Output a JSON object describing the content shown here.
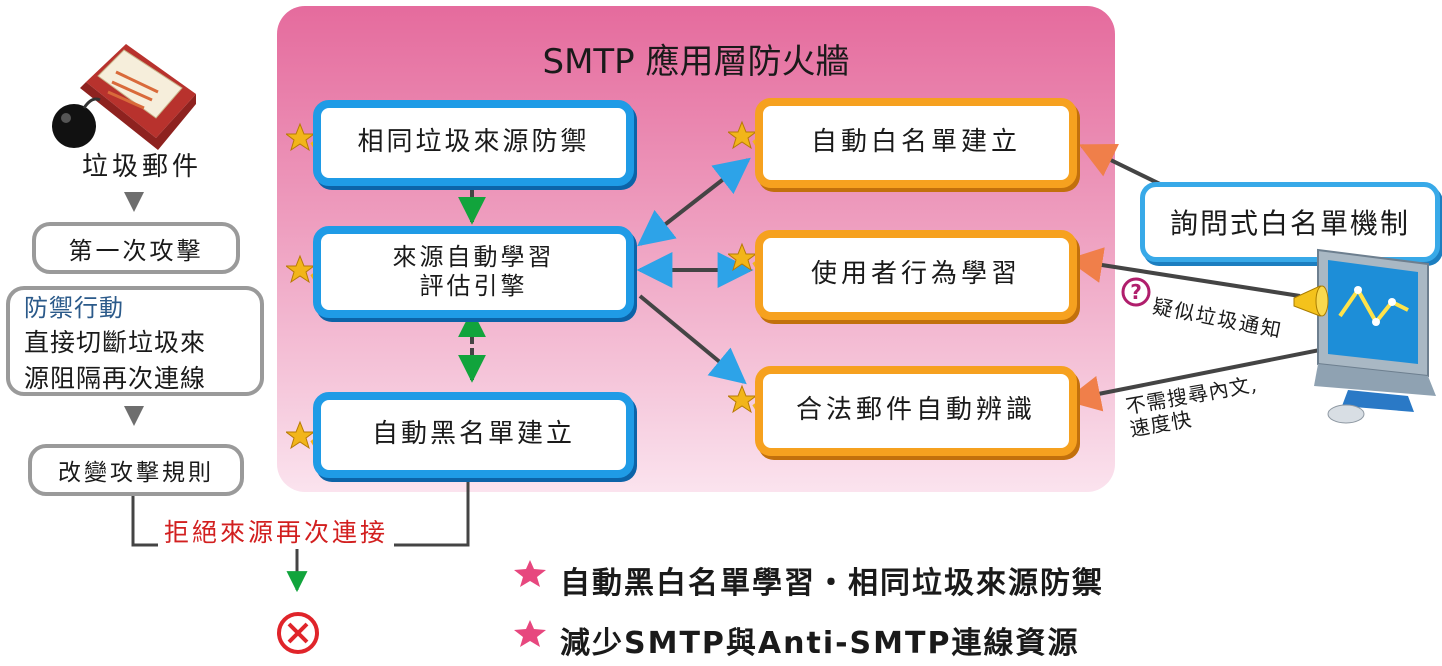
{
  "left_flow": {
    "mail_label": "垃圾郵件",
    "first_attack": "第一次攻擊",
    "defense_title": "防禦行動",
    "defense_line1": "直接切斷垃圾來",
    "defense_line2": "源阻隔再次連線",
    "change_rule": "改變攻擊規則",
    "reject_label": "拒絕來源再次連接"
  },
  "firewall": {
    "title": "SMTP 應用層防火牆",
    "same_source": "相同垃圾來源防禦",
    "engine_line1": "來源自動學習",
    "engine_line2": "評估引擎",
    "blacklist": "自動黑名單建立",
    "whitelist": "自動白名單建立",
    "behavior": "使用者行為學習",
    "legit": "合法郵件自動辨識"
  },
  "right_side": {
    "query_whitelist": "詢問式白名單機制",
    "suspect_note": "疑似垃圾通知",
    "no_search_line1": "不需搜尋內文,",
    "no_search_line2": "速度快"
  },
  "features": {
    "line1": "自動黑白名單學習・相同垃圾來源防禦",
    "line2": "減少SMTP與Anti-SMTP連線資源"
  },
  "colors": {
    "blue_border": "#1f9be6",
    "orange_border": "#f6a11f",
    "green_arrow": "#11a43c",
    "reject_red": "#d21f1f"
  }
}
